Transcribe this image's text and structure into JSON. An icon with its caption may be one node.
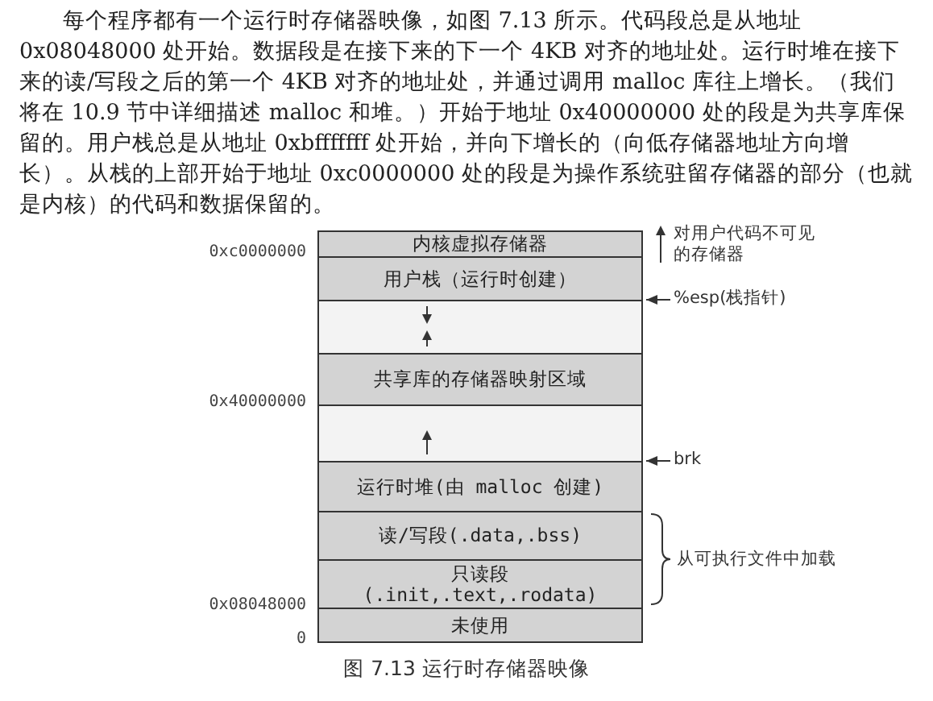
{
  "diagram": {
    "caption": "图 7.13 运行时存储器映像",
    "nodes": [
      {
        "text": [
          "内核虚拟存储器"
        ],
        "beside": [
          "对用户代码不可见的存储器"
        ]
      },
      {
        "text": [
          "用户栈（运行时创建）"
        ]
      },
      {
        "text": [],
        "shape": "box"
      },
      {
        "text": [
          "共享库的存储器映射区域"
        ]
      },
      {
        "text": [],
        "shape": "box"
      },
      {
        "text": [
          "运行时堆(由 malloc 创建)"
        ]
      },
      {
        "text": [
          "读/写段(.data,.bss)"
        ]
      },
      {
        "text": [
          "只读段",
          "(.init,.text,.rodata)"
        ]
      },
      {
        "text": [
          "未使用"
        ]
      },
      {
        "text": [
          "%esp(栈指针)"
        ]
      },
      {
        "text": [
          "brk"
        ]
      }
    ],
    "edges": [
      {
        "from": 9,
        "to": null,
        "arrow": "to"
      },
      {
        "from": 10,
        "to": null,
        "arrow": "to"
      }
    ],
    "labels": [
      "每个程序都有一个运行时存储器映像，如图 7.13 所示。代码段总是从地址 0x08048000 处开始。数据段是在接下来的下一个 4KB 对齐的地址处。运行时堆在接下来的读/写段之后的第一个 4KB 对齐的地址处，并通过调用 malloc 库往上增长。（我们将在 10.9 节中详细描述 malloc 和堆。）开始于地址 0x40000000 处的段是为共享库保留的。用户栈总是从地址 0xbfffffff 处开始，并向下增长的（向低存储器地址方向增长）。从栈的上部开始于地址 0xc0000000 处的段是为操作系统驻留存储器的部分（也就是内核）的代码和数据保留的。",
      "0xc0000000",
      "0x40000000",
      "0x08048000",
      "0",
      "从可执行文件中加载"
    ]
  }
}
